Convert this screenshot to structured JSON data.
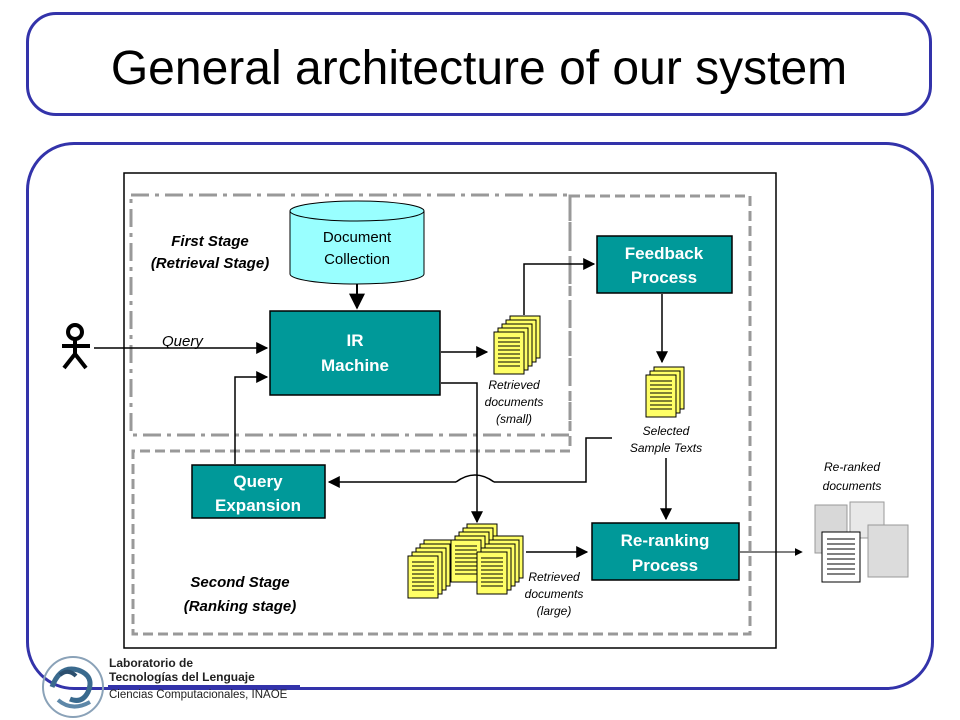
{
  "slide": {
    "title": "General architecture of our system"
  },
  "diagram": {
    "first_stage": {
      "line1": "First Stage",
      "line2": "(Retrieval Stage)"
    },
    "second_stage": {
      "line1": "Second Stage",
      "line2": "(Ranking stage)"
    },
    "document_collection": {
      "line1": "Document",
      "line2": "Collection"
    },
    "ir_machine": {
      "line1": "IR",
      "line2": "Machine"
    },
    "query_label": "Query",
    "query_expansion": {
      "line1": "Query",
      "line2": "Expansion"
    },
    "feedback_process": {
      "line1": "Feedback",
      "line2": "Process"
    },
    "reranking_process": {
      "line1": "Re-ranking",
      "line2": "Process"
    },
    "retrieved_small": {
      "line1": "Retrieved",
      "line2": "documents",
      "line3": "(small)"
    },
    "retrieved_large": {
      "line1": "Retrieved",
      "line2": "documents",
      "line3": "(large)"
    },
    "selected_samples": {
      "line1": "Selected",
      "line2": "Sample Texts"
    },
    "reranked_docs": {
      "line1": "Re-ranked",
      "line2": "documents"
    }
  },
  "footer": {
    "lab_line1": "Laboratorio de",
    "lab_line2": "Tecnologías del Lenguaje",
    "institution": "Ciencias Computacionales, INAOE"
  },
  "colors": {
    "frame": "#3333aa",
    "process_box": "#009999",
    "cylinder": "#99ffff",
    "document": "#ffff66",
    "stage_border": "#999999"
  }
}
